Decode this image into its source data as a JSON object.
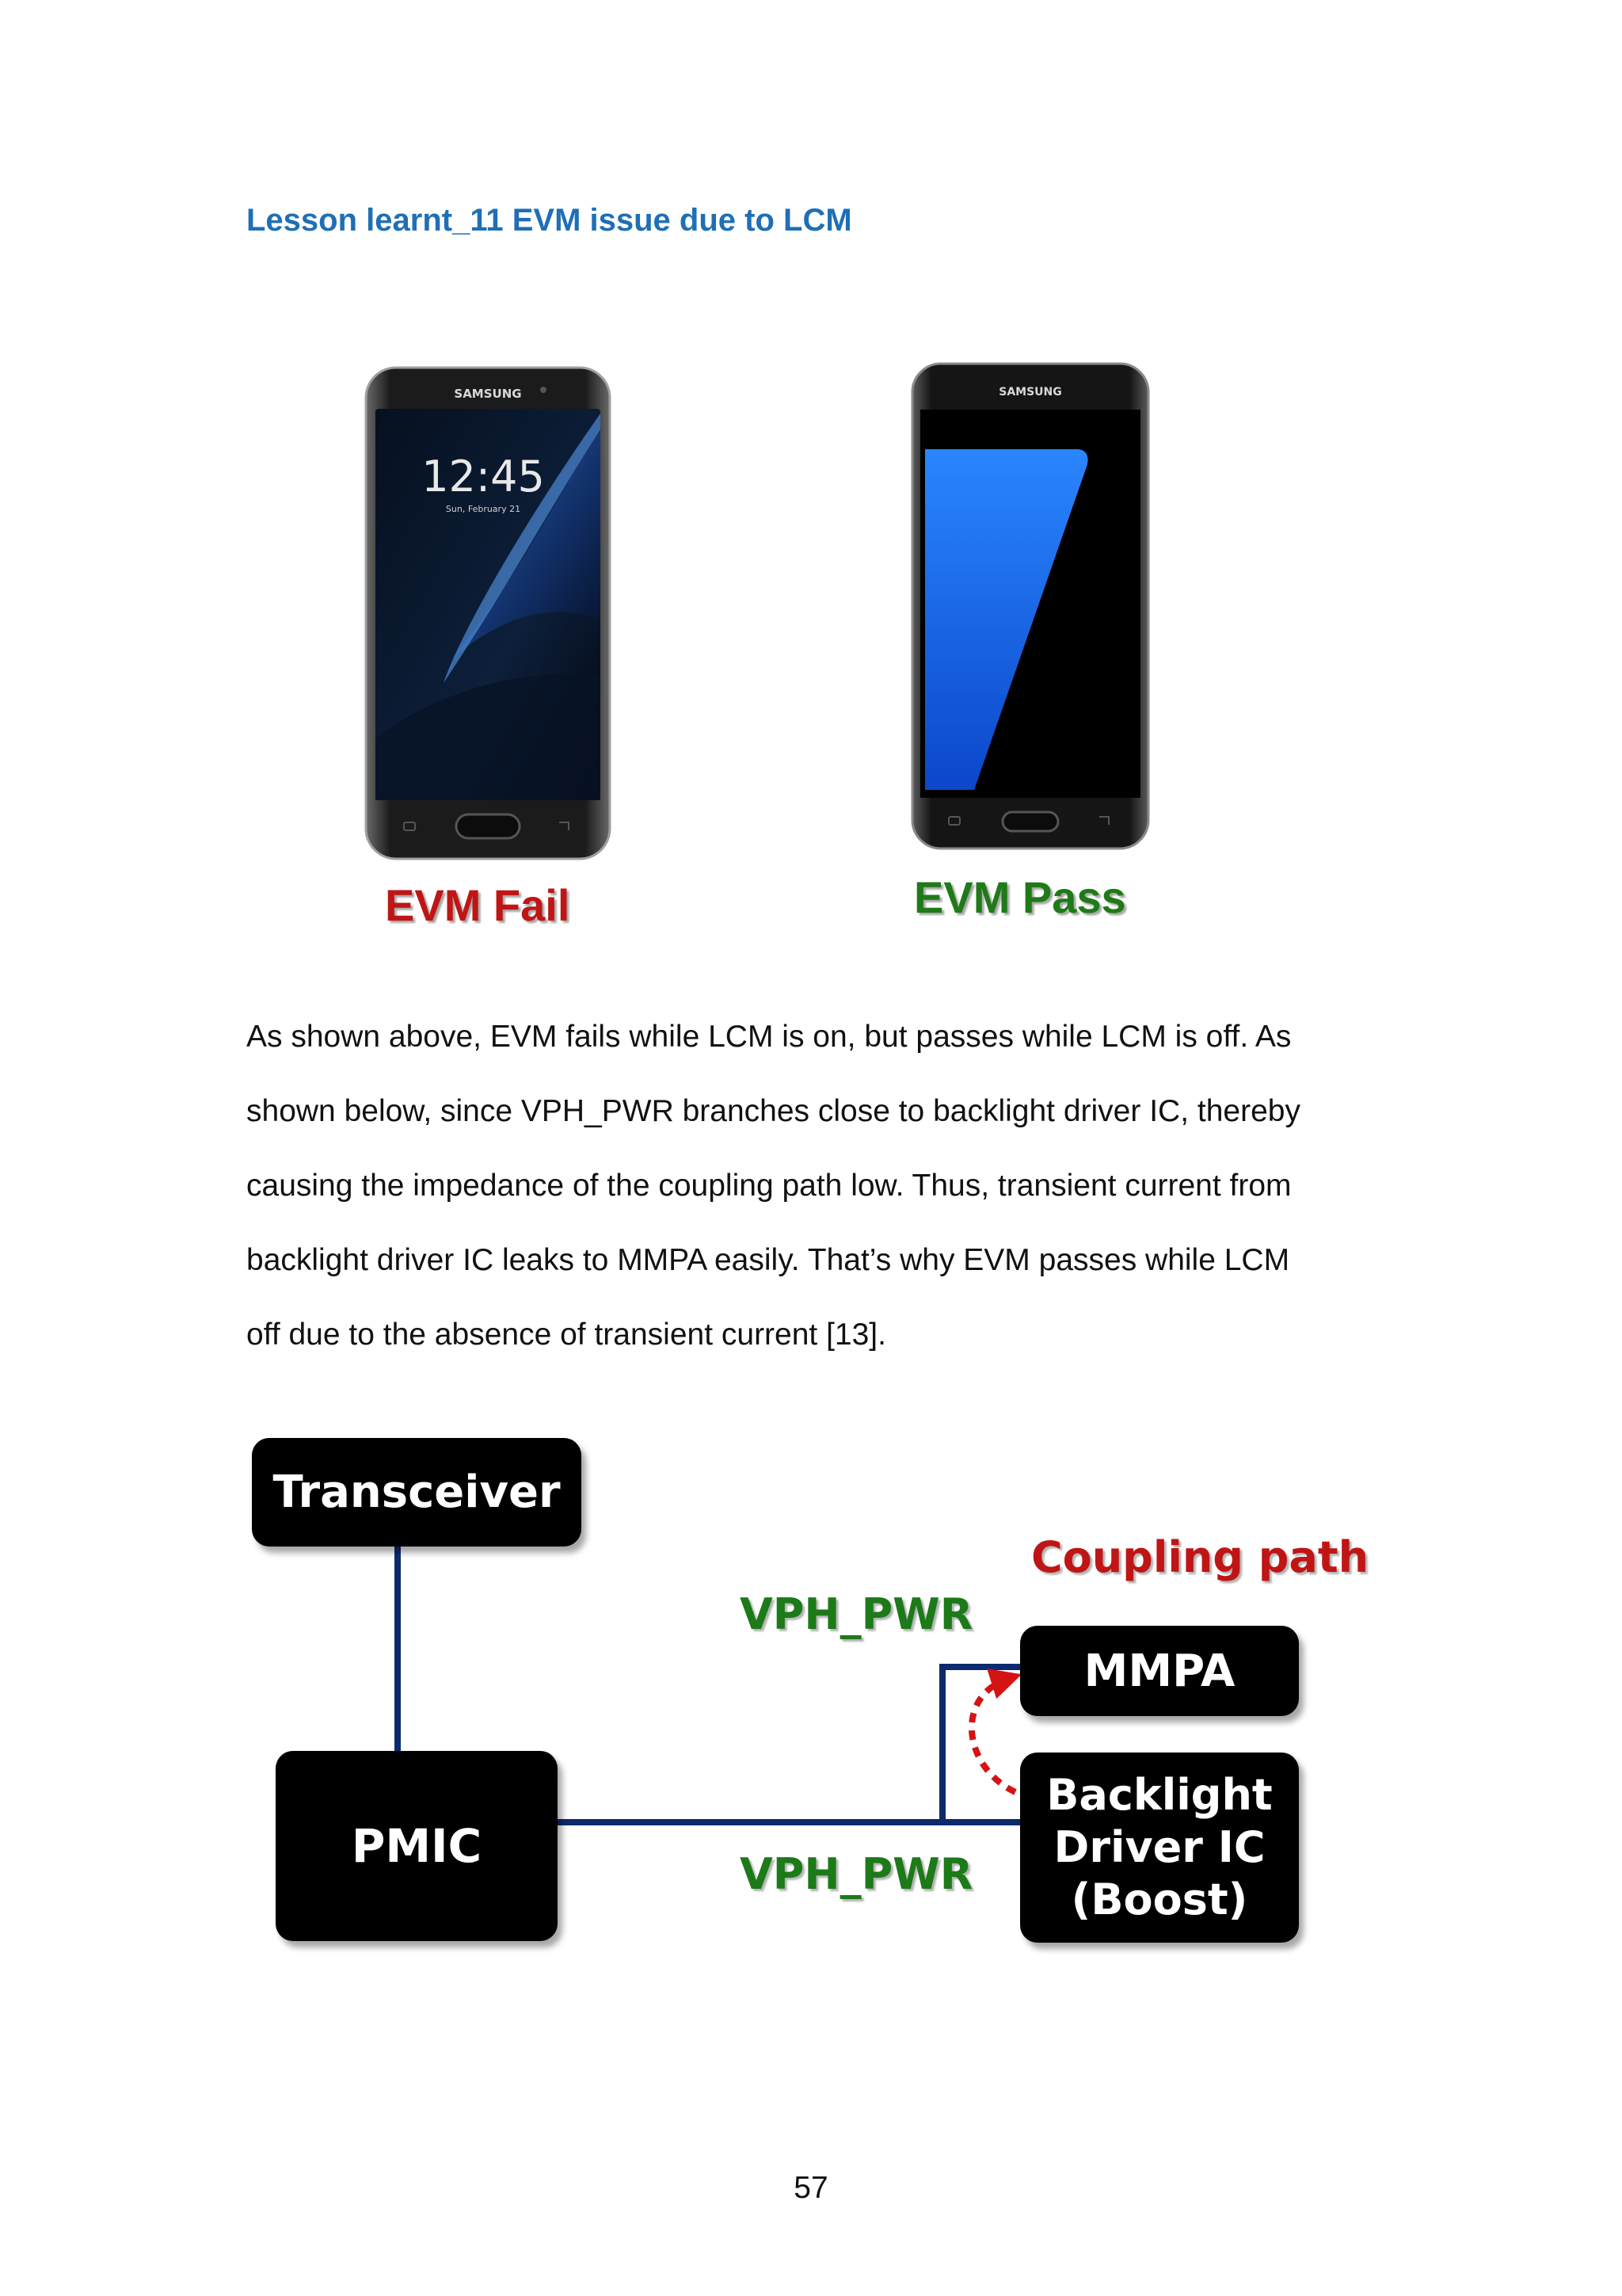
{
  "title": "Lesson learnt_11 EVM issue due to LCM",
  "phones": {
    "fail": {
      "brand": "SAMSUNG",
      "time": "12:45",
      "date": "Sun, February 21",
      "label": "EVM Fail",
      "label_color": "#c01515"
    },
    "pass": {
      "brand": "SAMSUNG",
      "label": "EVM Pass",
      "label_color": "#1f7a18"
    }
  },
  "paragraph": [
    "As shown above, EVM fails while LCM is on, but passes while LCM is off. As",
    "shown below, since VPH_PWR branches close to backlight driver IC, thereby",
    "causing the impedance of the coupling path low. Thus, transient current from",
    "backlight driver IC leaks to MMPA easily. That’s why EVM passes while LCM",
    "off due to the absence of transient current [13]."
  ],
  "diagram": {
    "transceiver": "Transceiver",
    "pmic": "PMIC",
    "mmpa": "MMPA",
    "backlight": [
      "Backlight",
      "Driver IC",
      "(Boost)"
    ],
    "vph_top": "VPH_PWR",
    "vph_bottom": "VPH_PWR",
    "coupling": "Coupling path",
    "line_color": "#0d2a6e",
    "arrow_color": "#d41414"
  },
  "page_number": "57",
  "colors": {
    "title": "#1f6fb6"
  }
}
